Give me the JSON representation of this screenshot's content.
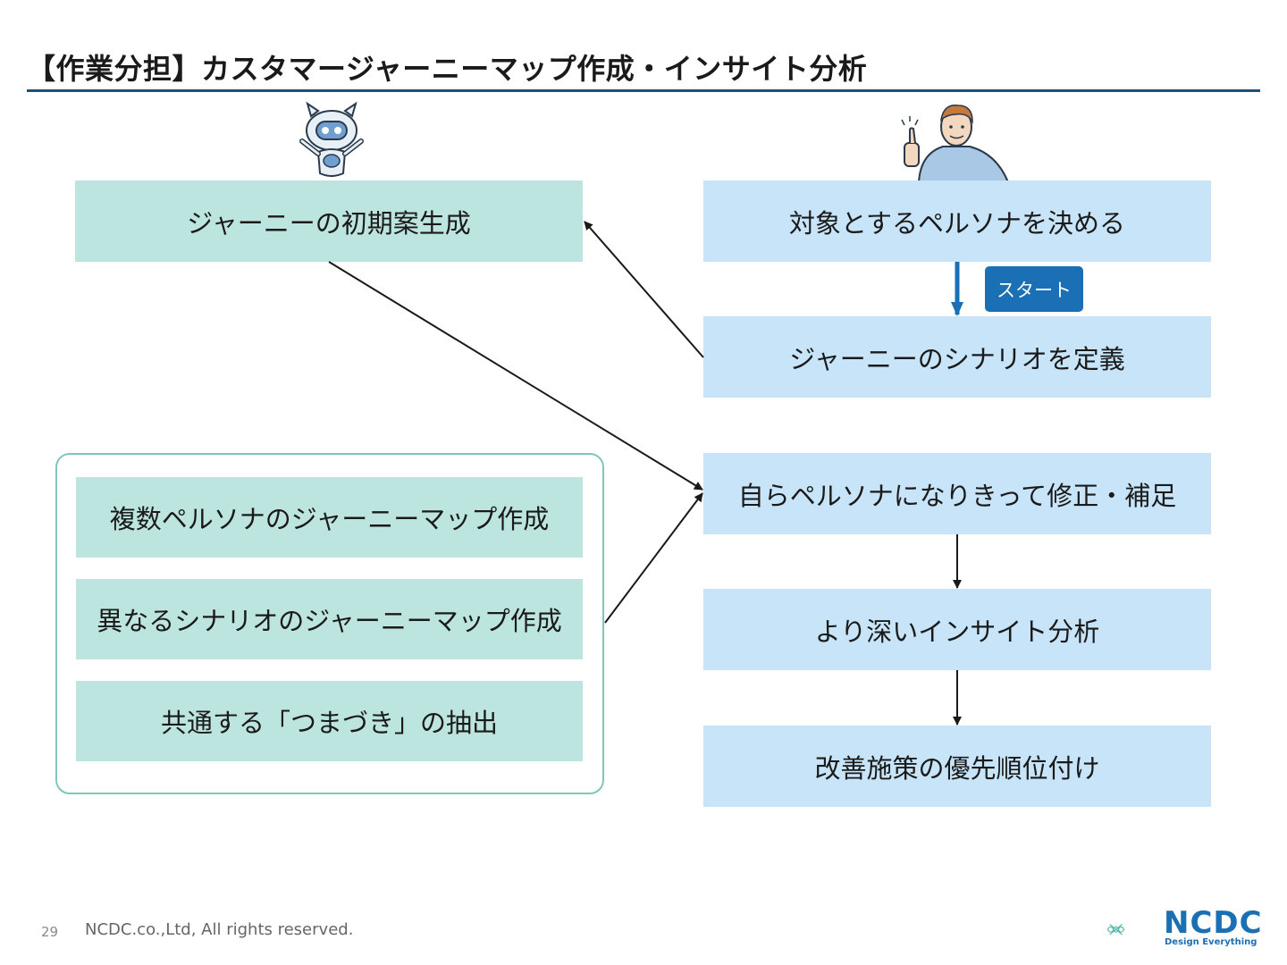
{
  "header": {
    "title": "【作業分担】カスタマージャーニーマップ作成・インサイト分析"
  },
  "ai_side": {
    "initial_draft": "ジャーニーの初期案生成",
    "group_items": [
      "複数ペルソナのジャーニーマップ作成",
      "異なるシナリオのジャーニーマップ作成",
      "共通する「つまづき」の抽出"
    ]
  },
  "human_side": {
    "steps": [
      "対象とするペルソナを決める",
      "ジャーニーのシナリオを定義",
      "自らペルソナになりきって修正・補足",
      "より深いインサイト分析",
      "改善施策の優先順位付け"
    ],
    "start_label": "スタート"
  },
  "illustrations": {
    "ai": "robot-icon",
    "human": "person-thumbs-up-icon"
  },
  "colors": {
    "teal_box": "#bde5e0",
    "blue_box": "#c7e4f8",
    "accent": "#1a6fb5",
    "rule": "#1f4e79",
    "frame": "#7fc6bf"
  },
  "footer": {
    "page_number": "29",
    "copyright": "NCDC.co.,Ltd, All rights reserved.",
    "logo_text": "NCDC",
    "logo_tagline": "Design Everything"
  }
}
